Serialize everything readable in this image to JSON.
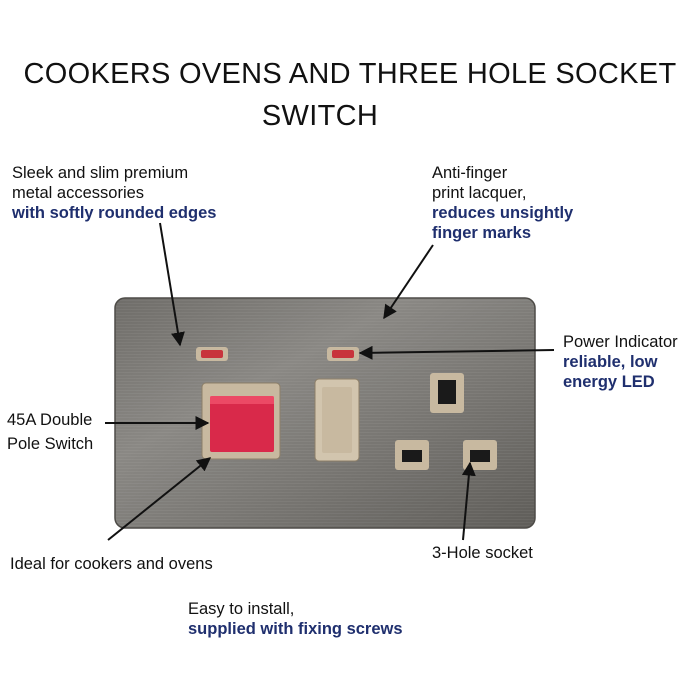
{
  "title": {
    "line1": "COOKERS OVENS AND THREE HOLE SOCKET",
    "line2": "SWITCH"
  },
  "callouts": {
    "sleek": {
      "line1": "Sleek and slim premium",
      "line2": "metal accessories",
      "bold": "with softly rounded edges"
    },
    "anti_finger": {
      "line1": "Anti-finger",
      "line2": "print lacquer,",
      "bold1": "reduces unsightly",
      "bold2": "finger marks"
    },
    "power_indicator": {
      "line1": "Power Indicator",
      "bold1": "reliable, low",
      "bold2": "energy LED"
    },
    "switch_45a": {
      "line1": "45A Double",
      "line2": "Pole Switch"
    },
    "ideal": {
      "line1": "Ideal for cookers and ovens"
    },
    "socket": {
      "line1": "3-Hole socket"
    },
    "install": {
      "line1": "Easy to install,",
      "bold": "supplied with fixing screws"
    }
  },
  "colors": {
    "accent_text": "#1f2f6e",
    "plate": "#7d7b77",
    "rocker": "#d9294a",
    "insert": "#c8b9a0",
    "led": "#c8343c"
  }
}
